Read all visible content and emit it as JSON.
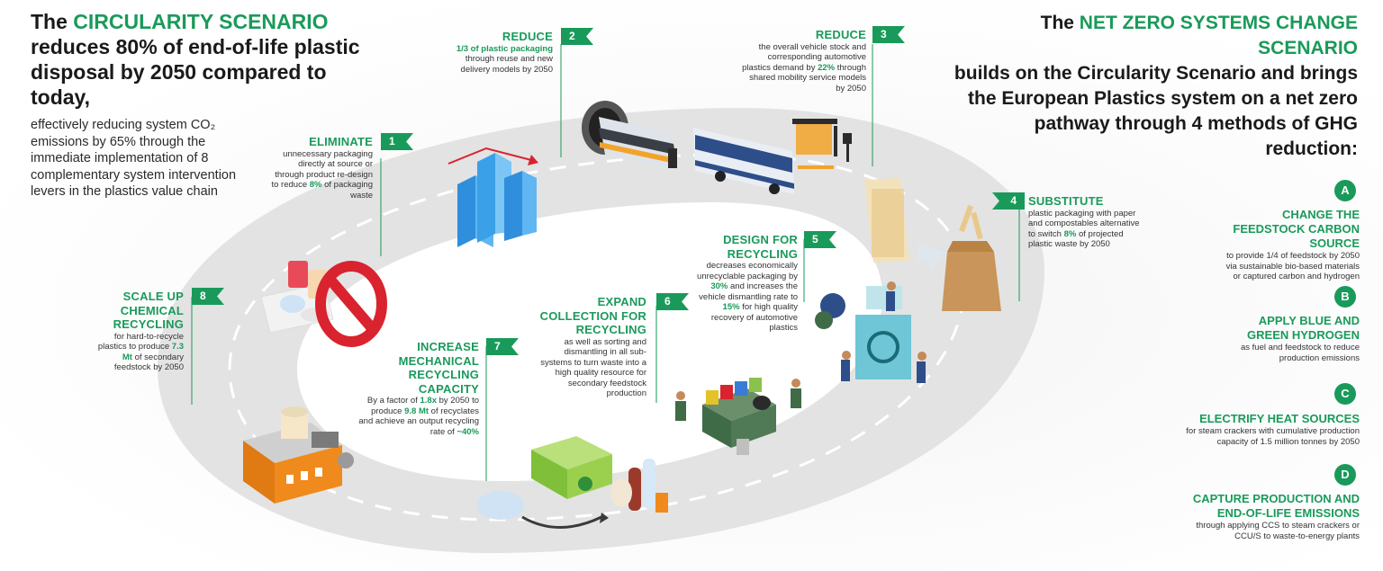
{
  "intro": {
    "title_lead": "The ",
    "title_highlight": "CIRCULARITY SCENARIO",
    "title_rest": "reduces 80% of end-of-life plastic disposal by 2050 compared to today,",
    "body": "effectively reducing system CO₂ emissions by 65% through the immediate implementation of 8 complementary system intervention levers in the plastics value chain"
  },
  "right": {
    "title_lead": "The ",
    "title_highlight": "NET ZERO SYSTEMS CHANGE SCENARIO",
    "title_rest": "builds on the Circularity Scenario and brings the European Plastics system on a net zero pathway through 4 methods of GHG reduction:"
  },
  "levers": [
    {
      "number": "1",
      "title": "ELIMINATE",
      "text_a": "unnecessary packaging directly at source or through product re-design to reduce ",
      "highlight": "8%",
      "text_b": " of packaging waste"
    },
    {
      "number": "2",
      "title": "REDUCE",
      "highlight": "1/3 of plastic packaging",
      "text_b": "through reuse and new delivery models by 2050"
    },
    {
      "number": "3",
      "title": "REDUCE",
      "text_a": "the overall vehicle stock and corresponding automotive plastics demand by ",
      "highlight": "22%",
      "text_b": " through shared mobility service models by 2050"
    },
    {
      "number": "4",
      "title": "SUBSTITUTE",
      "text_a": "plastic packaging with paper and compostables alternative to switch ",
      "highlight": "8%",
      "text_b": " of projected plastic waste by 2050"
    },
    {
      "number": "5",
      "title": "DESIGN FOR RECYCLING",
      "text_a": "decreases economically unrecyclable packaging by ",
      "highlight": "30%",
      "text_b": " and increases the vehicle dismantling rate to ",
      "highlight2": "15%",
      "text_c": " for high quality recovery of automotive plastics"
    },
    {
      "number": "6",
      "title": "EXPAND COLLECTION FOR RECYCLING",
      "text_a": "as well as sorting and dismantling in all sub-systems to turn waste into a high quality resource for secondary feedstock production"
    },
    {
      "number": "7",
      "title": "INCREASE MECHANICAL RECYCLING CAPACITY",
      "text_a": "By a factor of ",
      "highlight": "1.8x",
      "text_b": " by 2050 to produce ",
      "highlight2": "9.8 Mt",
      "text_c": " of recyclates and achieve an output recycling rate of ",
      "highlight3": "~40%"
    },
    {
      "number": "8",
      "title": "SCALE UP CHEMICAL RECYCLING",
      "text_a": "for hard-to-recycle plastics to produce ",
      "highlight": "7.3 Mt",
      "text_b": " of secondary feedstock by 2050"
    }
  ],
  "methods": [
    {
      "letter": "A",
      "title": "CHANGE THE FEEDSTOCK CARBON SOURCE",
      "text": "to provide 1/4 of feedstock by 2050 via sustainable bio-based materials or captured carbon and hydrogen"
    },
    {
      "letter": "B",
      "title": "APPLY BLUE AND GREEN HYDROGEN",
      "text": "as fuel and feedstock to reduce production emissions"
    },
    {
      "letter": "C",
      "title": "ELECTRIFY HEAT SOURCES",
      "text": "for steam crackers with cumulative production capacity of 1.5 million tonnes by 2050"
    },
    {
      "letter": "D",
      "title": "CAPTURE PRODUCTION AND END-OF-LIFE EMISSIONS",
      "text": "through applying CCS to steam crackers or CCU/S to waste-to-energy plants"
    }
  ],
  "colors": {
    "accent_green": "#1a9a5a",
    "road_gray": "#e6e6e6",
    "bus_blue": "#2e4e8a",
    "chart_blue": "#3aa0e8",
    "stop_red": "#d9232e",
    "factory_orange": "#f08a1c"
  }
}
